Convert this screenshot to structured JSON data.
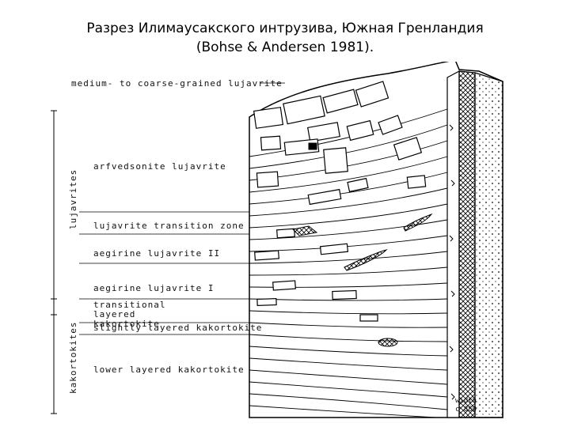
{
  "title": {
    "line1": "Разрез Илимаусакского интрузива, Южная Гренландия",
    "line2": "(Bohse & Andersen 1981)."
  },
  "figure": {
    "top_label": "medium- to coarse-grained lujavrite",
    "layers": [
      "arfvedsonite lujavrite",
      "lujavrite transition zone",
      "aegirine lujavrite II",
      "aegirine lujavrite I",
      "transitional layered kakortokite",
      "slightly layered kakortokite",
      "lower layered kakortokite"
    ],
    "group_labels": [
      "lujavrites",
      "kakortokites"
    ],
    "scale_note": {
      "line1": "width",
      "line2": "c 850"
    }
  }
}
